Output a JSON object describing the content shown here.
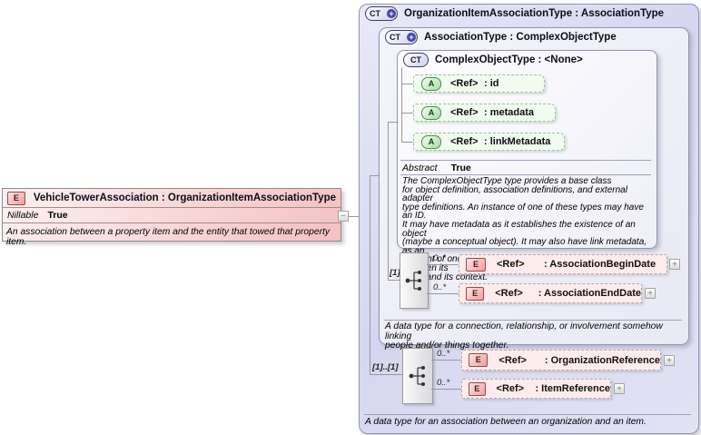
{
  "icons": {
    "plus": "+",
    "minus": "−"
  },
  "colors": {
    "accent_purple": "#4545ae",
    "element_pink": "#fdeceb",
    "attribute_green": "#f1fbf0",
    "panel_lavender": "#dcdcf3"
  },
  "left_panel": {
    "badge": "E",
    "title": "VehicleTowerAssociation : OrganizationItemAssociationType",
    "facet_name": "Nillable",
    "facet_value": "True",
    "description": "An association between a property item and the entity that towed that property item."
  },
  "outer_box": {
    "badge": "CT",
    "title": "OrganizationItemAssociationType : AssociationType",
    "group_cardinality": "[1]..[1]",
    "elements": [
      {
        "badge": "E",
        "occurs": "0..*",
        "ref": "<Ref>",
        "name": ": OrganizationReference"
      },
      {
        "badge": "E",
        "occurs": "0..*",
        "ref": "<Ref>",
        "name": ": ItemReference"
      }
    ],
    "footer": "A data type for an association between an organization and an item."
  },
  "middle_box": {
    "badge": "CT",
    "title": "AssociationType : ComplexObjectType",
    "group_cardinality": "[1]..[1]",
    "elements": [
      {
        "badge": "E",
        "occurs": "0..*",
        "ref": "<Ref>",
        "name": ": AssociationBeginDate"
      },
      {
        "badge": "E",
        "occurs": "0..*",
        "ref": "<Ref>",
        "name": ": AssociationEndDate"
      }
    ],
    "footer": "A data type for a connection, relationship, or involvement somehow linking\npeople and/or things together."
  },
  "core_box": {
    "badge": "CT",
    "title": "ComplexObjectType : <None>",
    "attributes": [
      {
        "badge": "A",
        "ref": "<Ref>",
        "name": ": id"
      },
      {
        "badge": "A",
        "ref": "<Ref>",
        "name": ": metadata"
      },
      {
        "badge": "A",
        "ref": "<Ref>",
        "name": ": linkMetadata"
      }
    ],
    "facet_name": "Abstract",
    "facet_value": "True",
    "description": "The ComplexObjectType type provides a base class\nfor object definition, association definitions, and external adapter\ntype definitions. An instance of one of these types may have an ID.\nIt may have metadata as it establishes the existence of an object\n(maybe a conceptual object). It may also have link metadata, as an\nelement of one of these types establishes a relationship between its\nvalue and its context."
  }
}
